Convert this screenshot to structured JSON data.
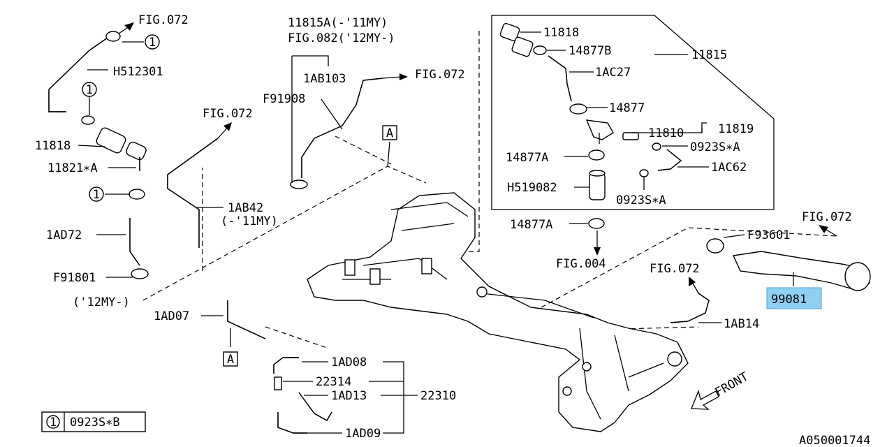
{
  "labels": {
    "fig072_a": "FIG.072",
    "h512301": "H512301",
    "n11818_left": "11818",
    "n11821a": "11821∗A",
    "n1ad72": "1AD72",
    "f91801": "F91801",
    "my12_a": "('12MY-)",
    "n1ad07": "1AD07",
    "n11815a": "11815A(-'11MY)",
    "fig082": "FIG.082('12MY-)",
    "n1ab103": "1AB103",
    "fig072_b": "FIG.072",
    "f91908": "F91908",
    "fig072_c": "FIG.072",
    "n1ab42": "1AB42",
    "my11": "(-'11MY)",
    "n11818_right": "11818",
    "n14877b": "14877B",
    "n11815": "11815",
    "n1ac27": "1AC27",
    "n14877": "14877",
    "n11810": "11810",
    "n11819": "11819",
    "n0923sa_top": "0923S∗A",
    "n14877a_top": "14877A",
    "n1ac62": "1AC62",
    "h519082": "H519082",
    "n0923sa_bot": "0923S∗A",
    "n14877a_bot": "14877A",
    "fig004": "FIG.004",
    "fig072_d": "FIG.072",
    "f93601": "F93601",
    "fig072_e": "FIG.072",
    "n99081": "99081",
    "n1ab14": "1AB14",
    "n1ad08": "1AD08",
    "n22314": "22314",
    "n1ad13": "1AD13",
    "n22310": "22310",
    "n1ad09": "1AD09",
    "front": "FRONT",
    "drawing_no": "A050001744"
  },
  "callouts": {
    "circle_1": "1",
    "box_a": "A"
  },
  "legend": {
    "symbol": "1",
    "part": "0923S∗B"
  },
  "colors": {
    "line": "#000000",
    "highlight": "#8fd0f2",
    "highlight_border": "#4aa3d6"
  }
}
